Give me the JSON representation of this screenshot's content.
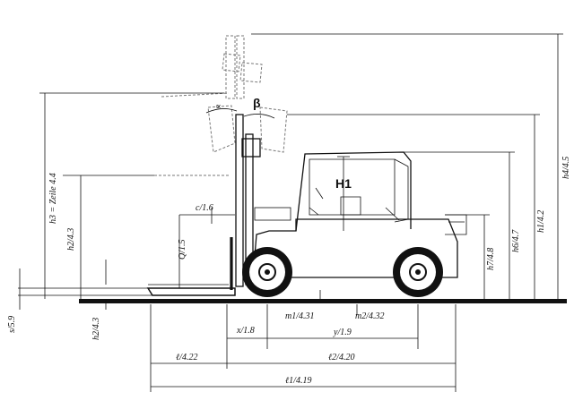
{
  "diagram": {
    "subject": "forklift-side-elevation",
    "labels": {
      "alpha": "∝",
      "beta": "β",
      "h1_cap": "H1",
      "c": "c/1.6",
      "q": "Q/1.5",
      "h3": "h3 = Zeile 4.4",
      "h2_top": "h2/4.3",
      "h2_bottom": "h2/4.3",
      "s": "s/5.9",
      "h4": "h4/4.5",
      "h1": "h1/4.2",
      "h6": "h6/4.7",
      "h7": "h7/4.8",
      "m1": "m1/4.31",
      "m2": "m2/4.32",
      "x": "x/1.8",
      "y": "y/1.9",
      "l_fork": "ℓ/4.22",
      "l2": "ℓ2/4.20",
      "l1": "ℓ1/4.19"
    }
  }
}
